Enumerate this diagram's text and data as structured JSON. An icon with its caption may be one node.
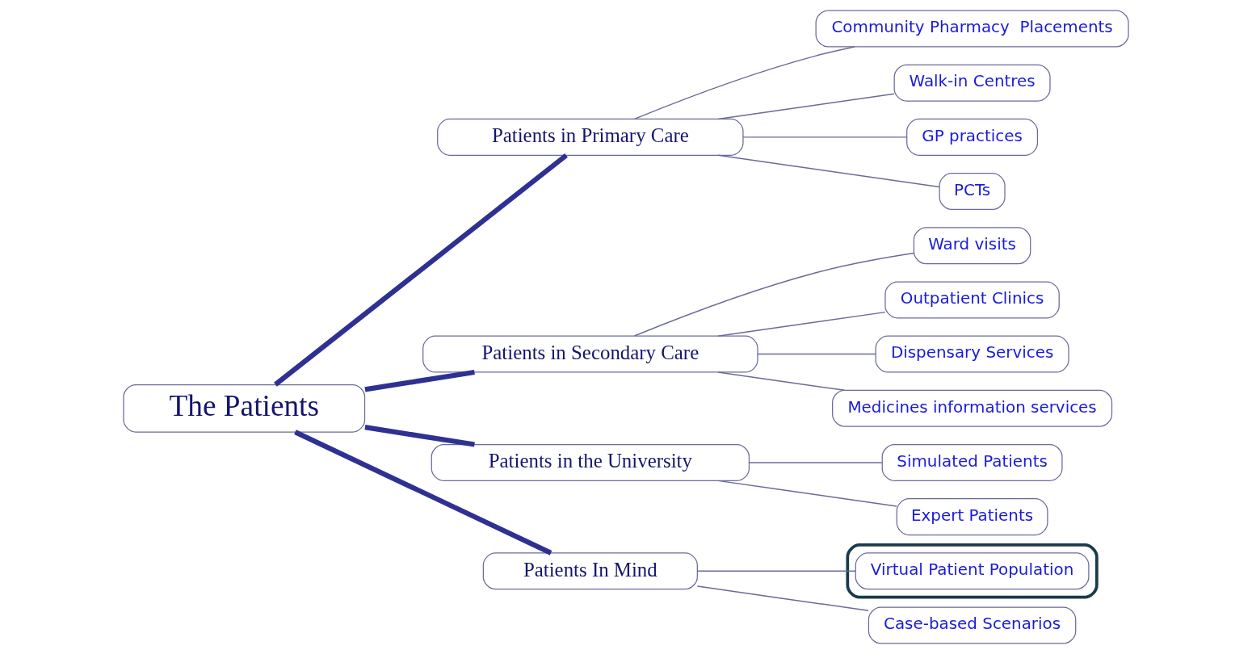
{
  "diagram": {
    "nodes": [
      {
        "text": [
          "The Patients"
        ]
      },
      {
        "text": [
          "Patients in Primary Care"
        ]
      },
      {
        "text": [
          "Community Pharmacy  Placements"
        ]
      },
      {
        "text": [
          "Walk-in Centres"
        ]
      },
      {
        "text": [
          "GP practices"
        ]
      },
      {
        "text": [
          "PCTs"
        ]
      },
      {
        "text": [
          "Patients in Secondary Care"
        ]
      },
      {
        "text": [
          "Ward visits"
        ]
      },
      {
        "text": [
          "Outpatient Clinics"
        ]
      },
      {
        "text": [
          "Dispensary Services"
        ]
      },
      {
        "text": [
          "Medicines information services"
        ]
      },
      {
        "text": [
          "Patients in the University"
        ]
      },
      {
        "text": [
          "Simulated Patients"
        ]
      },
      {
        "text": [
          "Expert Patients"
        ]
      },
      {
        "text": [
          "Patients In Mind"
        ]
      },
      {
        "text": [],
        "shape": "ellipse"
      },
      {
        "text": [
          "Virtual Patient Population"
        ],
        "in": 15
      },
      {
        "text": [
          "Case-based Scenarios"
        ]
      }
    ],
    "edges": [
      {
        "from": 0,
        "to": 1,
        "arrow": "none",
        "style": "thick"
      },
      {
        "from": 0,
        "to": 6,
        "arrow": "none",
        "style": "thick"
      },
      {
        "from": 0,
        "to": 11,
        "arrow": "none",
        "style": "thick"
      },
      {
        "from": 0,
        "to": 14,
        "arrow": "none",
        "style": "thick"
      },
      {
        "from": 1,
        "to": 2,
        "arrow": "none"
      },
      {
        "from": 1,
        "to": 3,
        "arrow": "none"
      },
      {
        "from": 1,
        "to": 4,
        "arrow": "none"
      },
      {
        "from": 1,
        "to": 5,
        "arrow": "none"
      },
      {
        "from": 6,
        "to": 7,
        "arrow": "none"
      },
      {
        "from": 6,
        "to": 8,
        "arrow": "none"
      },
      {
        "from": 6,
        "to": 9,
        "arrow": "none"
      },
      {
        "from": 6,
        "to": 10,
        "arrow": "none"
      },
      {
        "from": 11,
        "to": 12,
        "arrow": "none"
      },
      {
        "from": 11,
        "to": 13,
        "arrow": "none"
      },
      {
        "from": 14,
        "to": 16,
        "arrow": "none"
      },
      {
        "from": 14,
        "to": 17,
        "arrow": "none"
      }
    ]
  }
}
